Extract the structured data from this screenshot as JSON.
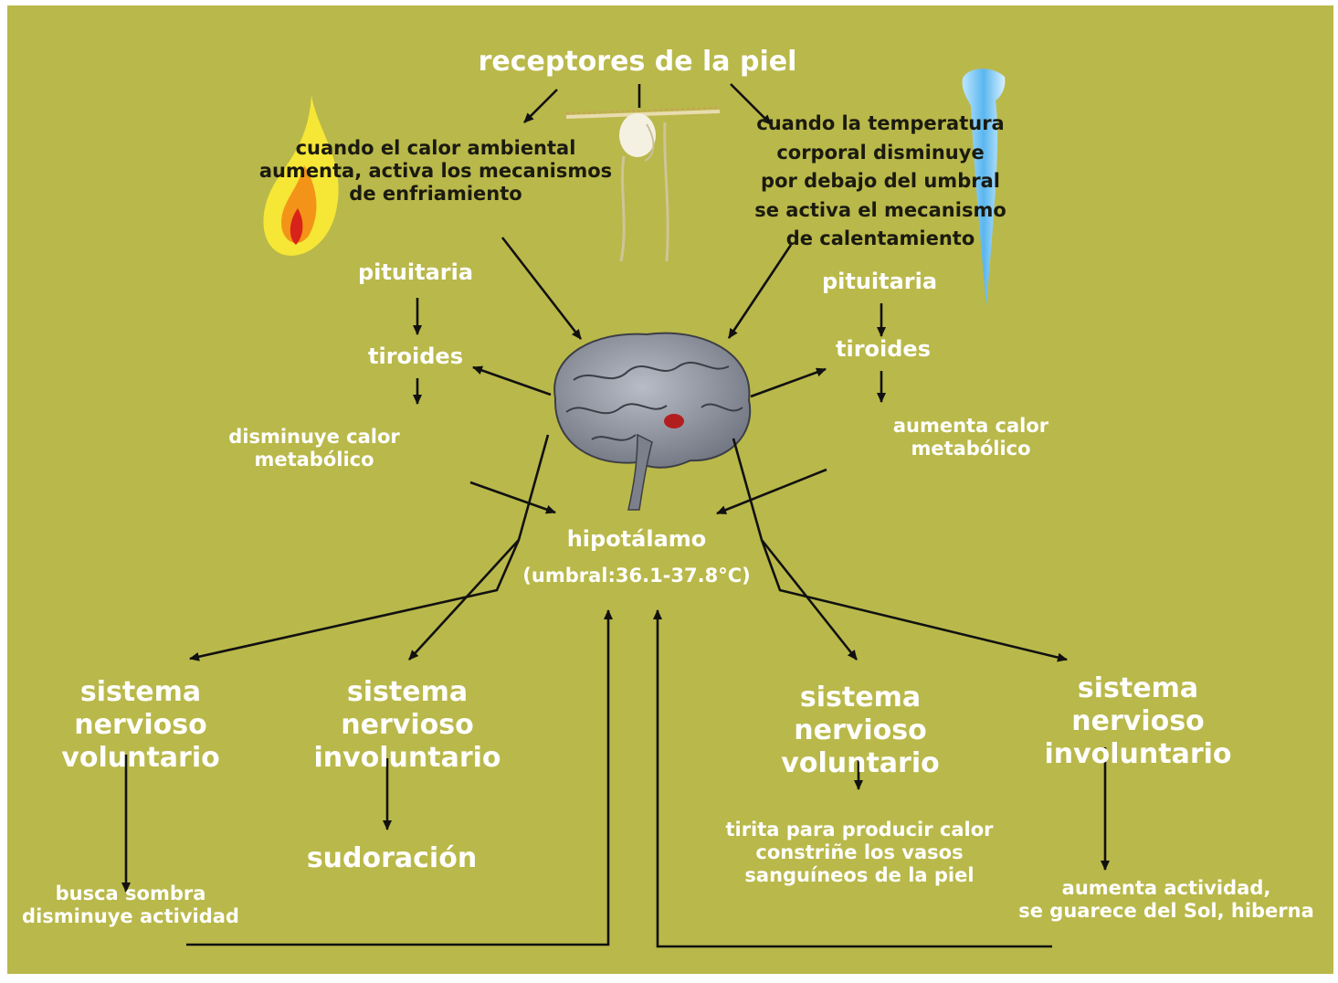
{
  "title": "receptores de la piel",
  "heat_condition": "cuando el calor ambiental\naumenta, activa los mecanismos\nde enfriamiento",
  "cold_condition": "cuando la temperatura\ncorporal disminuye\npor debajo del umbral\nse activa el mecanismo\nde calentamiento",
  "left": {
    "pituitaria": "pituitaria",
    "tiroides": "tiroides",
    "metabolic": "disminuye calor\nmetabólico",
    "voluntary": "sistema nervioso\nvoluntario",
    "involuntary": "sistema nervioso\ninvoluntario",
    "voluntary_effect": "busca sombra\ndisminuye actividad",
    "involuntary_effect": "sudoración"
  },
  "right": {
    "pituitaria": "pituitaria",
    "tiroides": "tiroides",
    "metabolic": "aumenta calor\nmetabólico",
    "voluntary": "sistema nervioso\nvoluntario",
    "involuntary": "sistema nervioso\ninvoluntario",
    "voluntary_effect": "tirita para producir calor\nconstriñe los vasos\nsanguíneos de la piel",
    "involuntary_effect": "aumenta actividad,\nse guarece del Sol, hiberna"
  },
  "hypothalamus": {
    "name": "hipotálamo",
    "threshold": "(umbral:36.1-37.8°C)"
  },
  "icons": [
    "flame-icon",
    "skin-receptor-icon",
    "icicle-icon",
    "brain-icon"
  ],
  "colors": {
    "background": "#b9b84a",
    "white_text": "#ffffff",
    "dark_text": "#1a1a10",
    "arrow": "#111111"
  }
}
